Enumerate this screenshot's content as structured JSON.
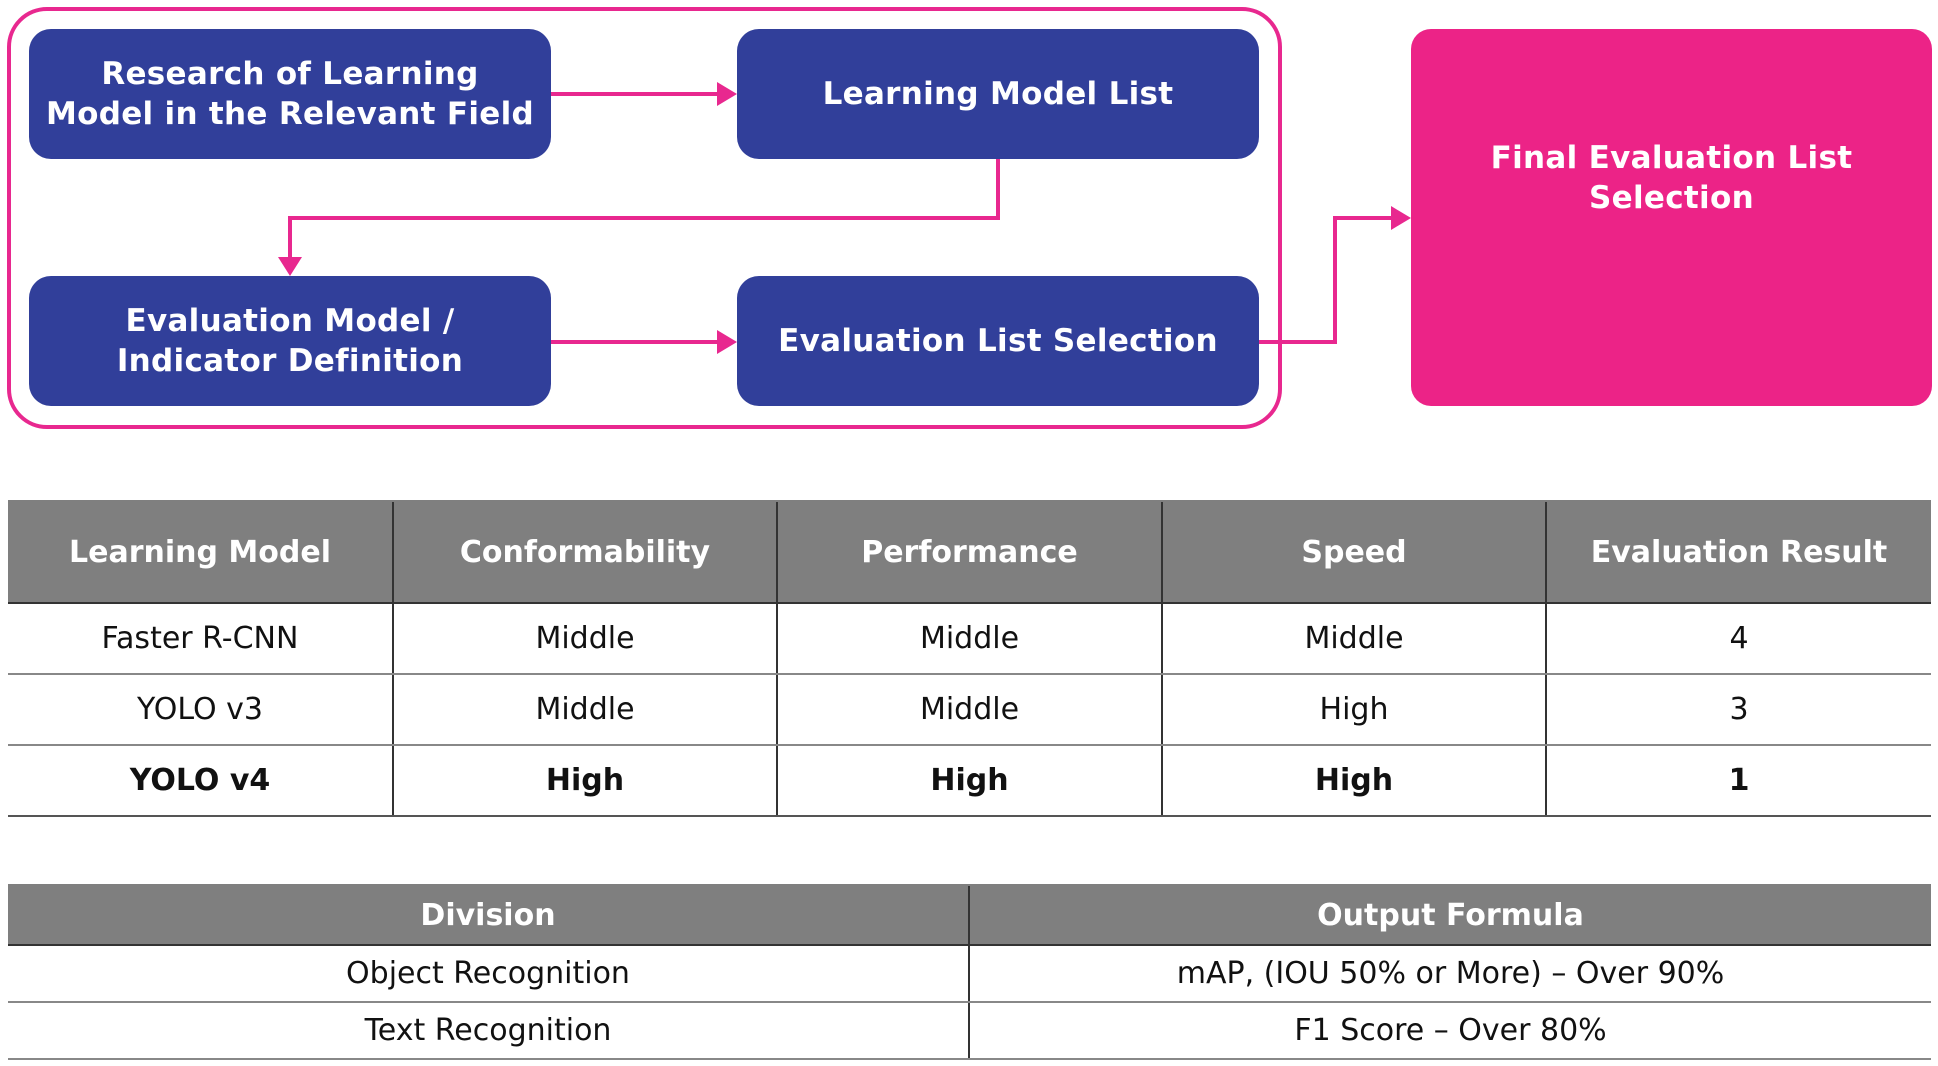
{
  "flow": {
    "research_box": "Research of Learning\nModel in the Relevant Field",
    "model_list_box": "Learning Model List",
    "definition_box": "Evaluation Model /\nIndicator Definition",
    "selection_box": "Evaluation List Selection",
    "final_box": "Final Evaluation List\nSelection"
  },
  "colors": {
    "box_blue": "#313f9a",
    "accent_pink": "#ec2387",
    "header_gray": "#7f7f7f"
  },
  "evaluation_table": {
    "headers": [
      "Learning Model",
      "Conformability",
      "Performance",
      "Speed",
      "Evaluation Result"
    ],
    "rows": [
      [
        "Faster R-CNN",
        "Middle",
        "Middle",
        "Middle",
        "4"
      ],
      [
        "YOLO v3",
        "Middle",
        "Middle",
        "High",
        "3"
      ],
      [
        "YOLO v4",
        "High",
        "High",
        "High",
        "1"
      ]
    ],
    "highlighted_row": 2
  },
  "formula_table": {
    "headers": [
      "Division",
      "Output Formula"
    ],
    "rows": [
      [
        "Object Recognition",
        "mAP, (IOU 50% or More) – Over 90%"
      ],
      [
        "Text Recognition",
        "F1 Score – Over 80%"
      ]
    ]
  }
}
